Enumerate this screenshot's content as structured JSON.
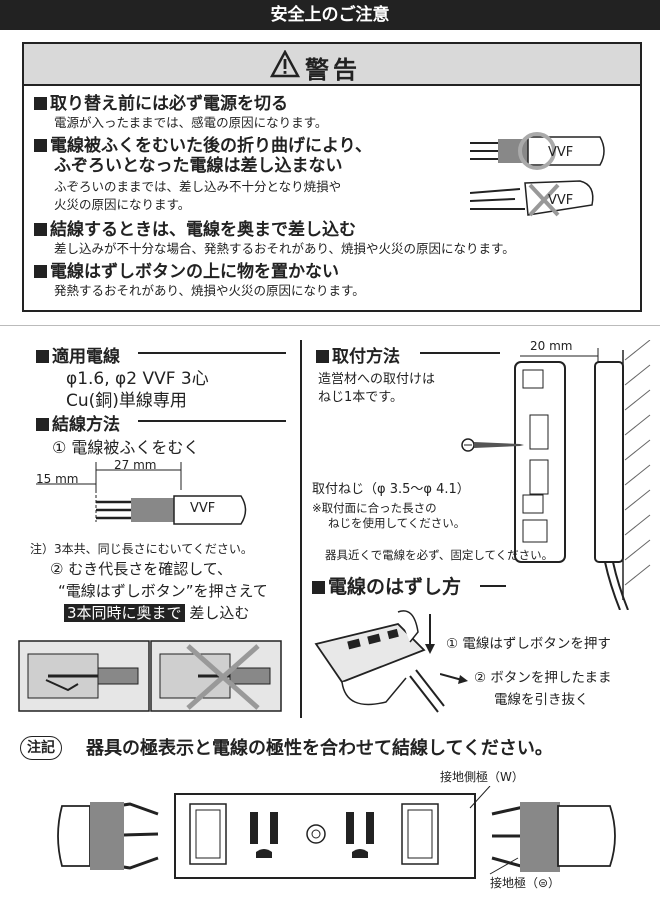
{
  "header": {
    "title": "安全上のご注意"
  },
  "warning": {
    "title": "警告",
    "items": [
      {
        "heading": "取り替え前には必ず電源を切る",
        "body": "電源が入ったままでは、感電の原因になります。"
      },
      {
        "heading_line1": "電線被ふくをむいた後の折り曲げにより、",
        "heading_line2": "ふぞろいとなった電線は差し込まない",
        "body_line1": "ふぞろいのままでは、差し込み不十分となり焼損や",
        "body_line2": "火災の原因になります。"
      },
      {
        "heading": "結線するときは、電線を奥まで差し込む",
        "body": "差し込みが不十分な場合、発熱するおそれがあり、焼損や火災の原因になります。"
      },
      {
        "heading": "電線はずしボタンの上に物を置かない",
        "body": "発熱するおそれがあり、焼損や火災の原因になります。"
      }
    ],
    "diagram_label": "VVF"
  },
  "applicable_wire": {
    "heading": "適用電線",
    "line1": "φ1.6, φ2  VVF 3心",
    "line2": "Cu(銅)単線専用"
  },
  "wiring_method": {
    "heading": "結線方法",
    "step1": "① 電線被ふくをむく",
    "dim_27": "27 mm",
    "dim_15": "15 mm",
    "cable_label": "VVF",
    "note": "注）3本共、同じ長さにむいてください。",
    "step2_line1": "② むき代長さを確認して、",
    "step2_line2": "“電線はずしボタン”を押さえて",
    "step2_emph": "3本同時に奥まで",
    "step2_tail": "差し込む"
  },
  "mounting": {
    "heading": "取付方法",
    "text_line1": "造営材への取付けは",
    "text_line2": "ねじ1本です。",
    "dim": "20 mm",
    "screw_label": "取付ねじ（φ 3.5〜φ 4.1）",
    "screw_note_line1": "※取付面に合った長さの",
    "screw_note_line2": "ねじを使用してください。",
    "fix_note": "器具近くで電線を必ず、固定してください。"
  },
  "removal": {
    "heading": "電線のはずし方",
    "step1": "① 電線はずしボタンを押す",
    "step2_line1": "② ボタンを押したまま",
    "step2_line2": "電線を引き抜く"
  },
  "footer": {
    "note_tag": "注記",
    "note": "器具の極表示と電線の極性を合わせて結線してください。",
    "label_w": "接地側極（W）",
    "label_ground": "接地極（⊜）"
  }
}
